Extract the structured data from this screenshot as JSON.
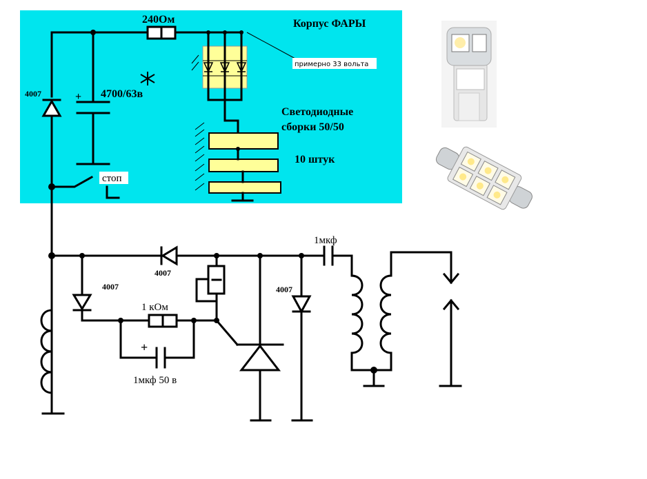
{
  "labels": {
    "housing": "Корпус ФАРЫ",
    "resistor_top": "240Ом",
    "cap_top": "4700/63в",
    "diode_left": "4007",
    "voltage_note": "примерно 33 вольта",
    "led_assemblies_line1": "Светодиодные",
    "led_assemblies_line2": "сборки 50/50",
    "led_count": "10 штук",
    "stop": "стоп",
    "cap_out": "1мкф",
    "diode_mid": "4007",
    "diode_left2": "4007",
    "diode_right": "4007",
    "resistor_mid": "1 кОм",
    "cap_mid": "1мкф 50 в"
  },
  "colors": {
    "housing_bg": "#00e5ee",
    "led_block": "#ffff99",
    "wire": "#000000"
  },
  "photos": [
    "led-bulb-t10-photo",
    "led-festoon-photo"
  ]
}
